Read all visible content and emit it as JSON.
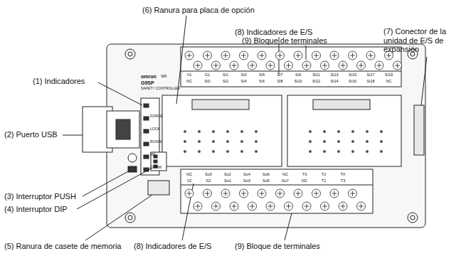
{
  "diagram": {
    "labels": [
      "(6) Ranura para placa de opción",
      "(8) Indicadores de E/S",
      "(9) Bloque de terminales",
      "(7) Conector de la unidad de E/S de expansión",
      "(1) Indicadores",
      "(2) Puerto USB",
      "(3) Interruptor PUSH",
      "(4) Interruptor DIP",
      "(5) Ranura de casete de memoria",
      "(8) Indicadores de E/S",
      "(9) Bloque de terminales",
      "omron",
      "G9SP",
      "SAFETY CONTROLLER",
      "SR",
      "FORCE",
      "LOCK",
      "RUN/M",
      "MS",
      "COMM",
      "V1",
      "G1",
      "Si1",
      "Si3",
      "Si5",
      "Si7",
      "Si9",
      "Si11",
      "Si13",
      "Si15",
      "Si17",
      "Si19",
      "NC",
      "Si0",
      "Si2",
      "Si4",
      "Si6",
      "Si8",
      "Si10",
      "Si12",
      "Si14",
      "Si16",
      "Si18",
      "NC",
      "NC",
      "So0",
      "So2",
      "So4",
      "So6",
      "NC",
      "T0",
      "T2",
      "TX",
      "V2",
      "G2",
      "So1",
      "So3",
      "So5",
      "So7",
      "NC",
      "T1",
      "T3"
    ]
  }
}
